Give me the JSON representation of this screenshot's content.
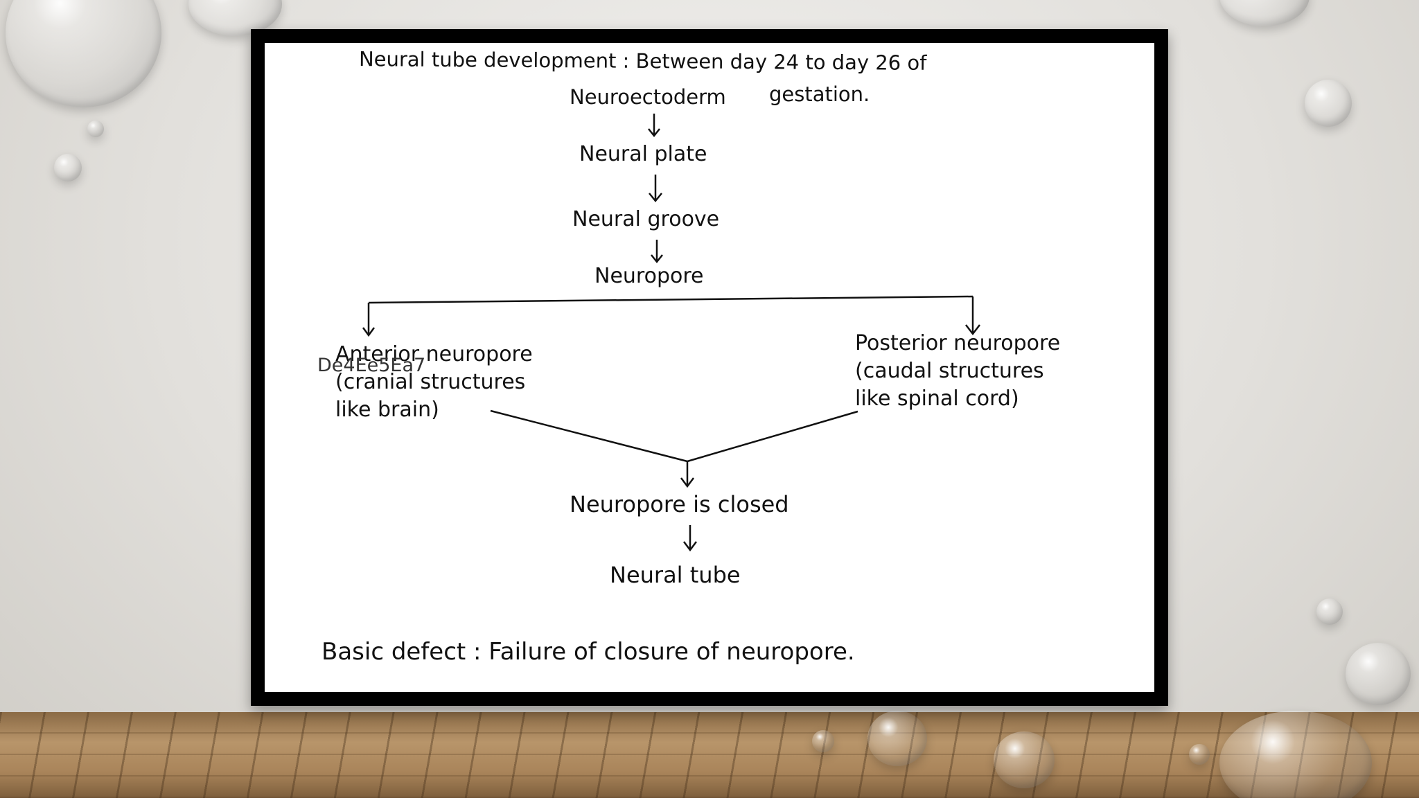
{
  "slide": {
    "heading_line1": "Neural tube development : Between day 24 to day 26 of",
    "heading_line2_left": "Neuroectoderm",
    "heading_line2_right": "gestation.",
    "nodes": {
      "neural_plate": "Neural plate",
      "neural_groove": "Neural groove",
      "neuropore": "Neuropore",
      "anterior": "Anterior neuropore\n(cranial structures\nlike brain)",
      "anterior_overlay": "De4Ee5Ea7",
      "posterior": "Posterior neuropore\n(caudal structures\nlike spinal cord)",
      "closed": "Neuropore is closed",
      "neural_tube": "Neural tube"
    },
    "footer": "Basic defect : Failure of closure of neuropore."
  },
  "colors": {
    "frame": "#000000",
    "paper": "#ffffff",
    "ink": "#111111",
    "wall": "#e2e0dc",
    "floor": "#a9845a"
  }
}
